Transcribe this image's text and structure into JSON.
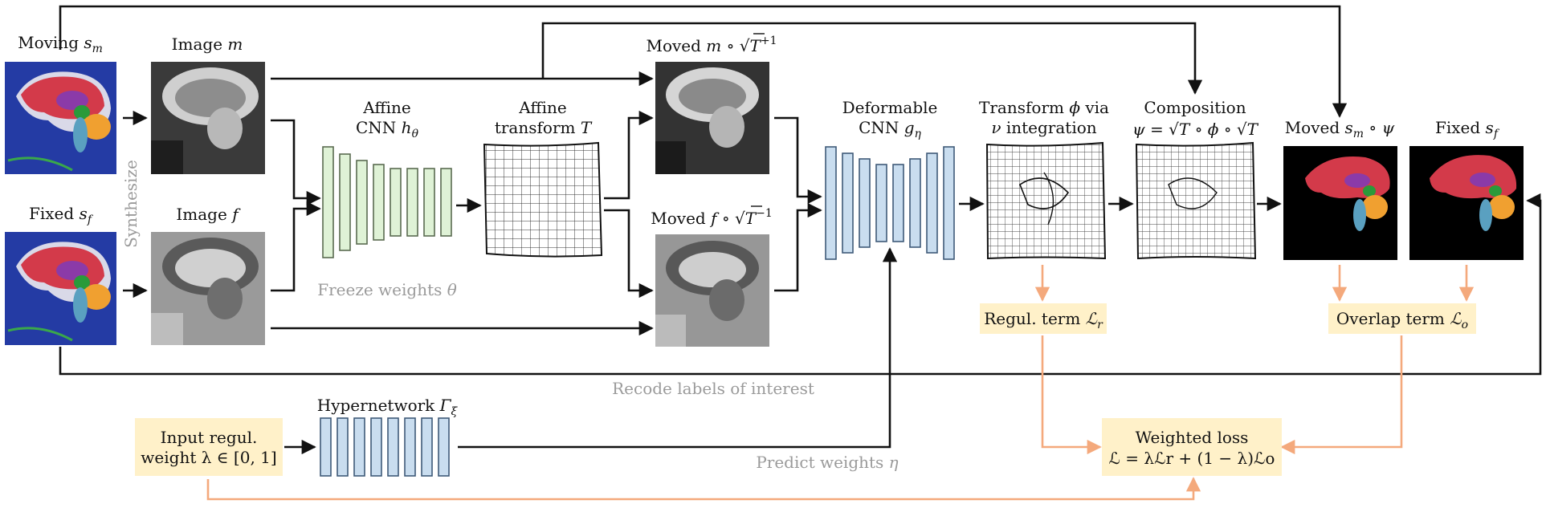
{
  "colors": {
    "black": "#111111",
    "gray_text": "#9a9a9a",
    "orange_arrow": "#f4a97c",
    "loss_box": "#fff1c9",
    "affine_block": "#dff2d6",
    "affine_block_stroke": "#5a6b50",
    "blue_block": "#c9ddef",
    "blue_block_stroke": "#3f5a78"
  },
  "labels": {
    "moving_s": {
      "pre": "Moving ",
      "var": "s",
      "sub": "m"
    },
    "fixed_s": {
      "pre": "Fixed ",
      "var": "s",
      "sub": "f"
    },
    "image_m": {
      "pre": "Image ",
      "var": "m"
    },
    "image_f": {
      "pre": "Image ",
      "var": "f"
    },
    "synthesize": "Synthesize",
    "affine_cnn_1": "Affine",
    "affine_cnn_2": {
      "pre": "CNN ",
      "var": "h",
      "sub": "θ"
    },
    "freeze": {
      "pre": "Freeze weights ",
      "var": "θ"
    },
    "affine_transform_1": "Affine",
    "affine_transform_2": {
      "pre": "transform ",
      "var": "T"
    },
    "moved_m": {
      "pre": "Moved ",
      "var": "m",
      "mid": " ∘ √",
      "T": "T",
      "sup": "+1"
    },
    "moved_f": {
      "pre": "Moved ",
      "var": "f",
      "mid": " ∘ √",
      "T": "T",
      "sup": "−1"
    },
    "deformable_1": "Deformable",
    "deformable_2": {
      "pre": "CNN ",
      "var": "g",
      "sub": "η"
    },
    "transform_phi_1": {
      "pre": "Transform ",
      "var": "ϕ",
      "post": " via"
    },
    "transform_phi_2": {
      "var": "ν",
      "post": " integration"
    },
    "composition_1": "Composition",
    "composition_2": "ψ = √T ∘ ϕ ∘ √T",
    "moved_s_psi": {
      "pre": "Moved ",
      "var": "s",
      "sub": "m",
      "post": " ∘ ψ"
    },
    "fixed_s2": {
      "pre": "Fixed ",
      "var": "s",
      "sub": "f"
    },
    "regul_term": {
      "pre": "Regul. term ",
      "var": "ℒ",
      "sub": "r"
    },
    "overlap_term": {
      "pre": "Overlap term ",
      "var": "ℒ",
      "sub": "o"
    },
    "recode": "Recode labels of interest",
    "hypernetwork": {
      "pre": "Hypernetwork ",
      "var": "Γ",
      "sub": "ξ"
    },
    "input_regul_1": "Input regul.",
    "input_regul_2": "weight λ ∈ [0, 1]",
    "predict": {
      "pre": "Predict weights ",
      "var": "η"
    },
    "weighted_loss_1": "Weighted loss",
    "weighted_loss_2": "ℒ = λℒr + (1 − λ)ℒo"
  }
}
